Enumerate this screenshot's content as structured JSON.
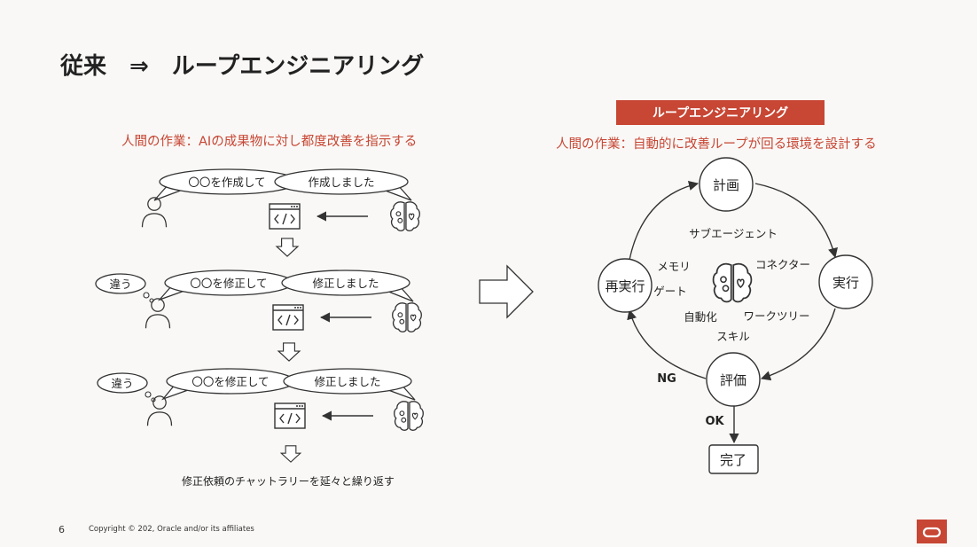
{
  "title": "従来　⇒　ループエンジニアリング",
  "left": {
    "subtitle": "人間の作業：AIの成果物に対し都度改善を指示する",
    "rounds": [
      {
        "request": "〇〇を作成して",
        "reply": "作成しました",
        "thought": ""
      },
      {
        "request": "〇〇を修正して",
        "reply": "修正しました",
        "thought": "違う"
      },
      {
        "request": "〇〇を修正して",
        "reply": "修正しました",
        "thought": "違う"
      }
    ],
    "footer_text": "修正依頼のチャットラリーを延々と繰り返す"
  },
  "right": {
    "banner": "ループエンジニアリング",
    "subtitle": "人間の作業：自動的に改善ループが回る環境を設計する",
    "nodes": {
      "plan": "計画",
      "execute": "実行",
      "evaluate": "評価",
      "rerun": "再実行",
      "complete": "完了"
    },
    "labels": {
      "ng": "NG",
      "ok": "OK",
      "subagent": "サブエージェント",
      "memory": "メモリ",
      "connector": "コネクター",
      "gate": "ゲート",
      "automation": "自動化",
      "worktree": "ワークツリー",
      "skill": "スキル"
    }
  },
  "footer": {
    "page_number": "6",
    "copyright": "Copyright © 202, Oracle and/or its affiliates"
  },
  "colors": {
    "accent": "#c74634",
    "text": "#222222"
  }
}
